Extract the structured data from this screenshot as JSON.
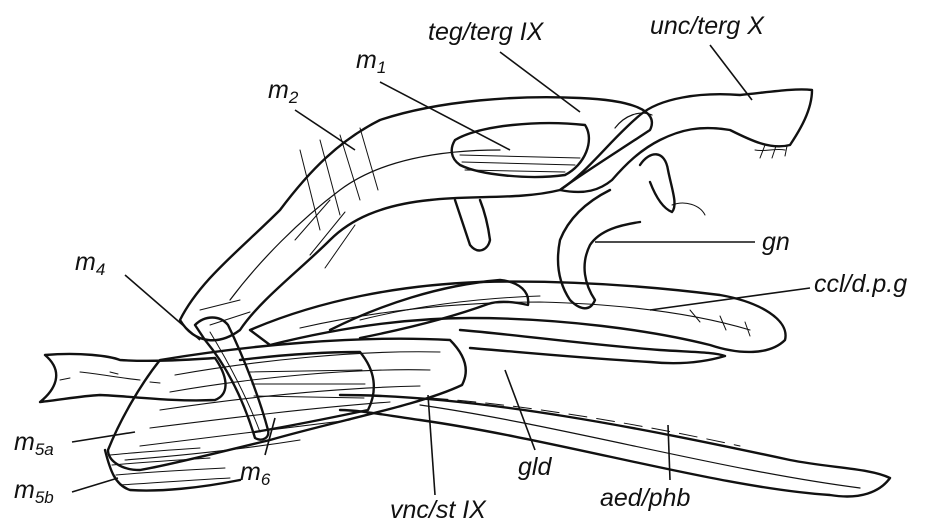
{
  "colors": {
    "ink": "#111111",
    "paper": "#ffffff"
  },
  "labels": {
    "m1": {
      "base": "m",
      "sub": "1"
    },
    "m2": {
      "base": "m",
      "sub": "2"
    },
    "m4": {
      "base": "m",
      "sub": "4"
    },
    "m5a": {
      "base": "m",
      "sub": "5a"
    },
    "m5b": {
      "base": "m",
      "sub": "5b"
    },
    "m6": {
      "base": "m",
      "sub": "6"
    },
    "teg": "teg/terg IX",
    "unc": "unc/terg X",
    "gn": "gn",
    "ccl": "ccl/d.p.g",
    "gld": "gld",
    "vnc": "vnc/st IX",
    "aed": "aed/phb"
  }
}
